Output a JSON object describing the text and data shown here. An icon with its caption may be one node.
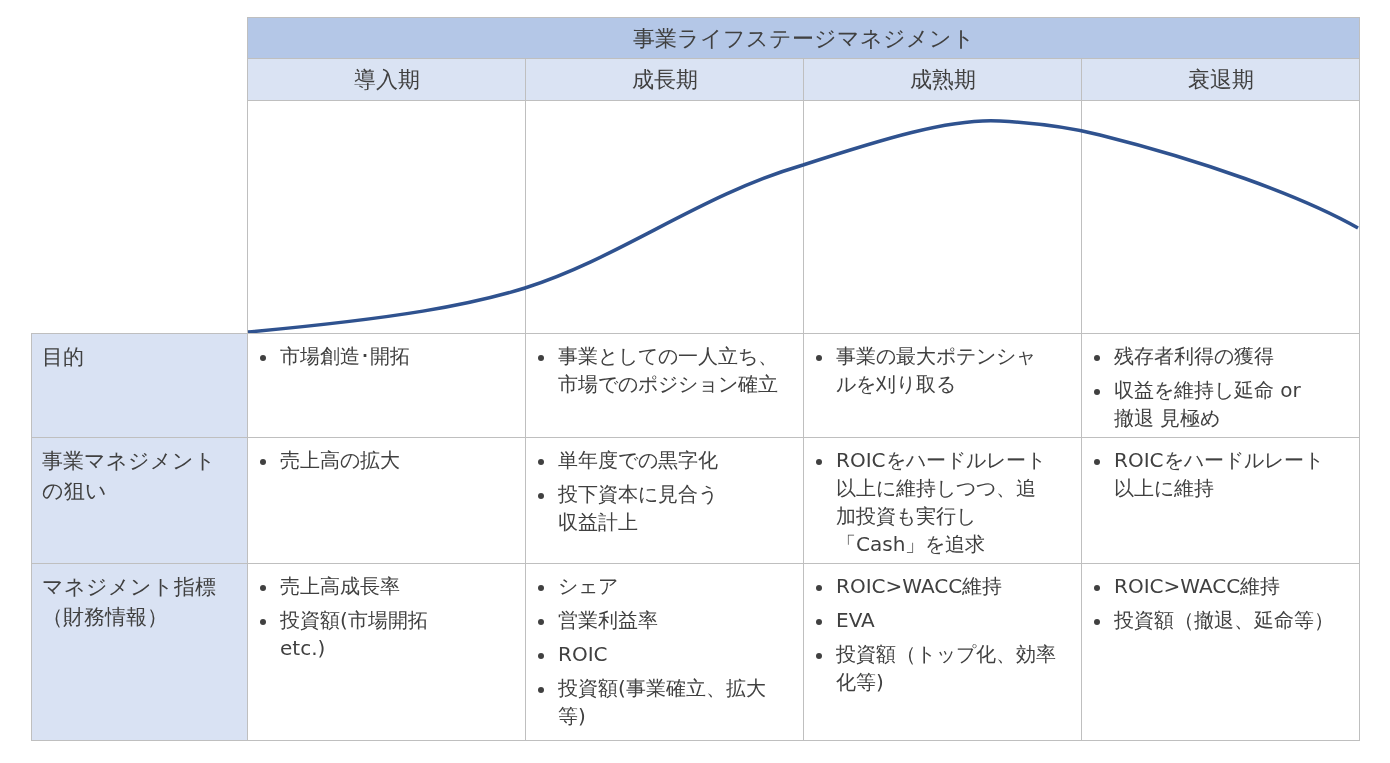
{
  "diagram": {
    "nodes": [
      {
        "text": [
          "事業ライフステージマネジメント"
        ]
      },
      {
        "text": [
          "導入期"
        ]
      },
      {
        "text": [
          "成長期"
        ]
      },
      {
        "text": [
          "成熟期"
        ]
      },
      {
        "text": [
          "衰退期"
        ]
      },
      {
        "text": [
          "目的"
        ]
      },
      {
        "text": [
          "市場創造･開拓"
        ]
      },
      {
        "text": [
          "事業としての一人立ち、市場でのポジション確立"
        ]
      },
      {
        "text": [
          "事業の最大ポテンシャルを刈り取る"
        ]
      },
      {
        "text": [
          "残存者利得の獲得",
          "収益を維持し延命 or 撤退 見極め"
        ]
      },
      {
        "text": [
          "事業マネジメントの狙い"
        ]
      },
      {
        "text": [
          "売上高の拡大"
        ]
      },
      {
        "text": [
          "単年度での黒字化",
          "投下資本に見合う収益計上"
        ]
      },
      {
        "text": [
          "ROICをハードルレート以上に維持しつつ、追加投資も実行し「Cash」を追求"
        ]
      },
      {
        "text": [
          "ROICをハードルレート以上に維持"
        ]
      },
      {
        "text": [
          "マネジメント指標（財務情報）"
        ]
      },
      {
        "text": [
          "売上高成長率",
          "投資額(市場開拓etc.)"
        ]
      },
      {
        "text": [
          "シェア",
          "営業利益率",
          "ROIC",
          "投資額(事業確立、拡大等)"
        ]
      },
      {
        "text": [
          "ROIC>WACC維持",
          "EVA",
          "投資額（トップ化、効率化等)"
        ]
      },
      {
        "text": [
          "ROIC>WACC維持",
          "投資額（撤退、延命等）"
        ]
      }
    ]
  }
}
